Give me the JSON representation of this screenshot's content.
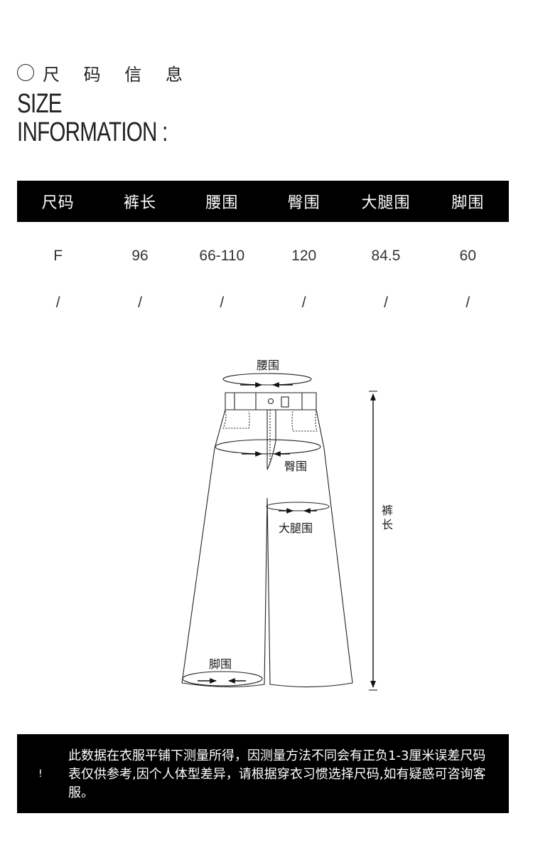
{
  "header": {
    "title_cn": "尺 码 信 息",
    "title_en_1": "SIZE",
    "title_en_2": "INFORMATION :"
  },
  "table": {
    "headers": [
      "尺码",
      "裤长",
      "腰围",
      "臀围",
      "大腿围",
      "脚围"
    ],
    "rows": [
      [
        "F",
        "96",
        "66-110",
        "120",
        "84.5",
        "60"
      ],
      [
        "/",
        "/",
        "/",
        "/",
        "/",
        "/"
      ]
    ]
  },
  "diagram": {
    "waist_label": "腰围",
    "hip_label": "臀围",
    "thigh_label": "大腿围",
    "hem_label": "脚围",
    "length_label": "裤长"
  },
  "notice": {
    "mark": "!",
    "text": "此数据在衣服平铺下测量所得，因测量方法不同会有正负1-3厘米误差尺码表仅供参考,因个人体型差异，请根据穿衣习惯选择尺码,如有疑惑可咨询客服。"
  },
  "colors": {
    "header_bg": "#000000",
    "notice_bg": "#000000",
    "text": "#1a1a1a"
  }
}
